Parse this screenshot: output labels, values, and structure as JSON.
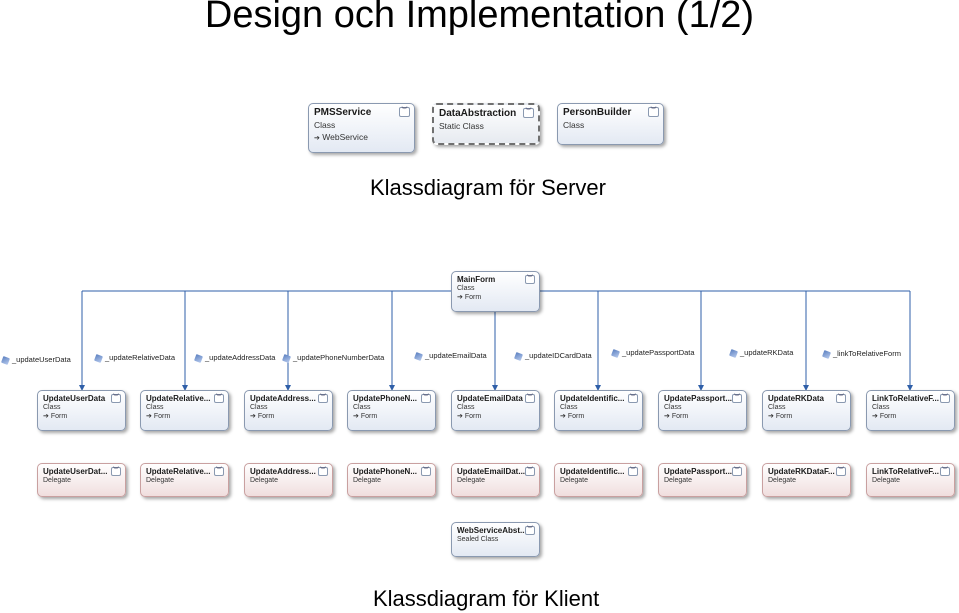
{
  "title": "Design och Implementation (1/2)",
  "caption_server": "Klassdiagram för Server",
  "caption_client": "Klassdiagram för Klient",
  "server_classes": [
    {
      "name": "PMSService",
      "kind": "Class",
      "inherits": "WebService"
    },
    {
      "name": "DataAbstraction",
      "kind": "Static Class",
      "inherits": ""
    },
    {
      "name": "PersonBuilder",
      "kind": "Class",
      "inherits": ""
    }
  ],
  "main_form": {
    "name": "MainForm",
    "kind": "Class",
    "inherits": "Form"
  },
  "associations": [
    "_updateUserData",
    "_updateRelativeData",
    "_updateAddressData",
    "_updatePhoneNumberData",
    "_updateEmailData",
    "_updateIDCardData",
    "_updatePassportData",
    "_updateRKData",
    "_linkToRelativeForm"
  ],
  "form_classes": [
    {
      "name": "UpdateUserData",
      "kind": "Class",
      "inherits": "Form"
    },
    {
      "name": "UpdateRelative...",
      "kind": "Class",
      "inherits": "Form"
    },
    {
      "name": "UpdateAddress...",
      "kind": "Class",
      "inherits": "Form"
    },
    {
      "name": "UpdatePhoneN...",
      "kind": "Class",
      "inherits": "Form"
    },
    {
      "name": "UpdateEmailData",
      "kind": "Class",
      "inherits": "Form"
    },
    {
      "name": "UpdateIdentific...",
      "kind": "Class",
      "inherits": "Form"
    },
    {
      "name": "UpdatePassport...",
      "kind": "Class",
      "inherits": "Form"
    },
    {
      "name": "UpdateRKData",
      "kind": "Class",
      "inherits": "Form"
    },
    {
      "name": "LinkToRelativeF...",
      "kind": "Class",
      "inherits": "Form"
    }
  ],
  "delegates": [
    {
      "name": "UpdateUserDat...",
      "kind": "Delegate"
    },
    {
      "name": "UpdateRelative...",
      "kind": "Delegate"
    },
    {
      "name": "UpdateAddress...",
      "kind": "Delegate"
    },
    {
      "name": "UpdatePhoneN...",
      "kind": "Delegate"
    },
    {
      "name": "UpdateEmailDat...",
      "kind": "Delegate"
    },
    {
      "name": "UpdateIdentific...",
      "kind": "Delegate"
    },
    {
      "name": "UpdatePassport...",
      "kind": "Delegate"
    },
    {
      "name": "UpdateRKDataF...",
      "kind": "Delegate"
    },
    {
      "name": "LinkToRelativeF...",
      "kind": "Delegate"
    }
  ],
  "web_service_abstract": {
    "name": "WebServiceAbst...",
    "kind": "Sealed Class"
  },
  "icons": {
    "toggle": "chevron-collapse-icon",
    "inherit": "arrow-inherit-icon",
    "association": "association-icon"
  },
  "colors": {
    "line": "#2f5fa8",
    "box_border": "#8a99b0",
    "delegate_tint": "#f0dede"
  }
}
